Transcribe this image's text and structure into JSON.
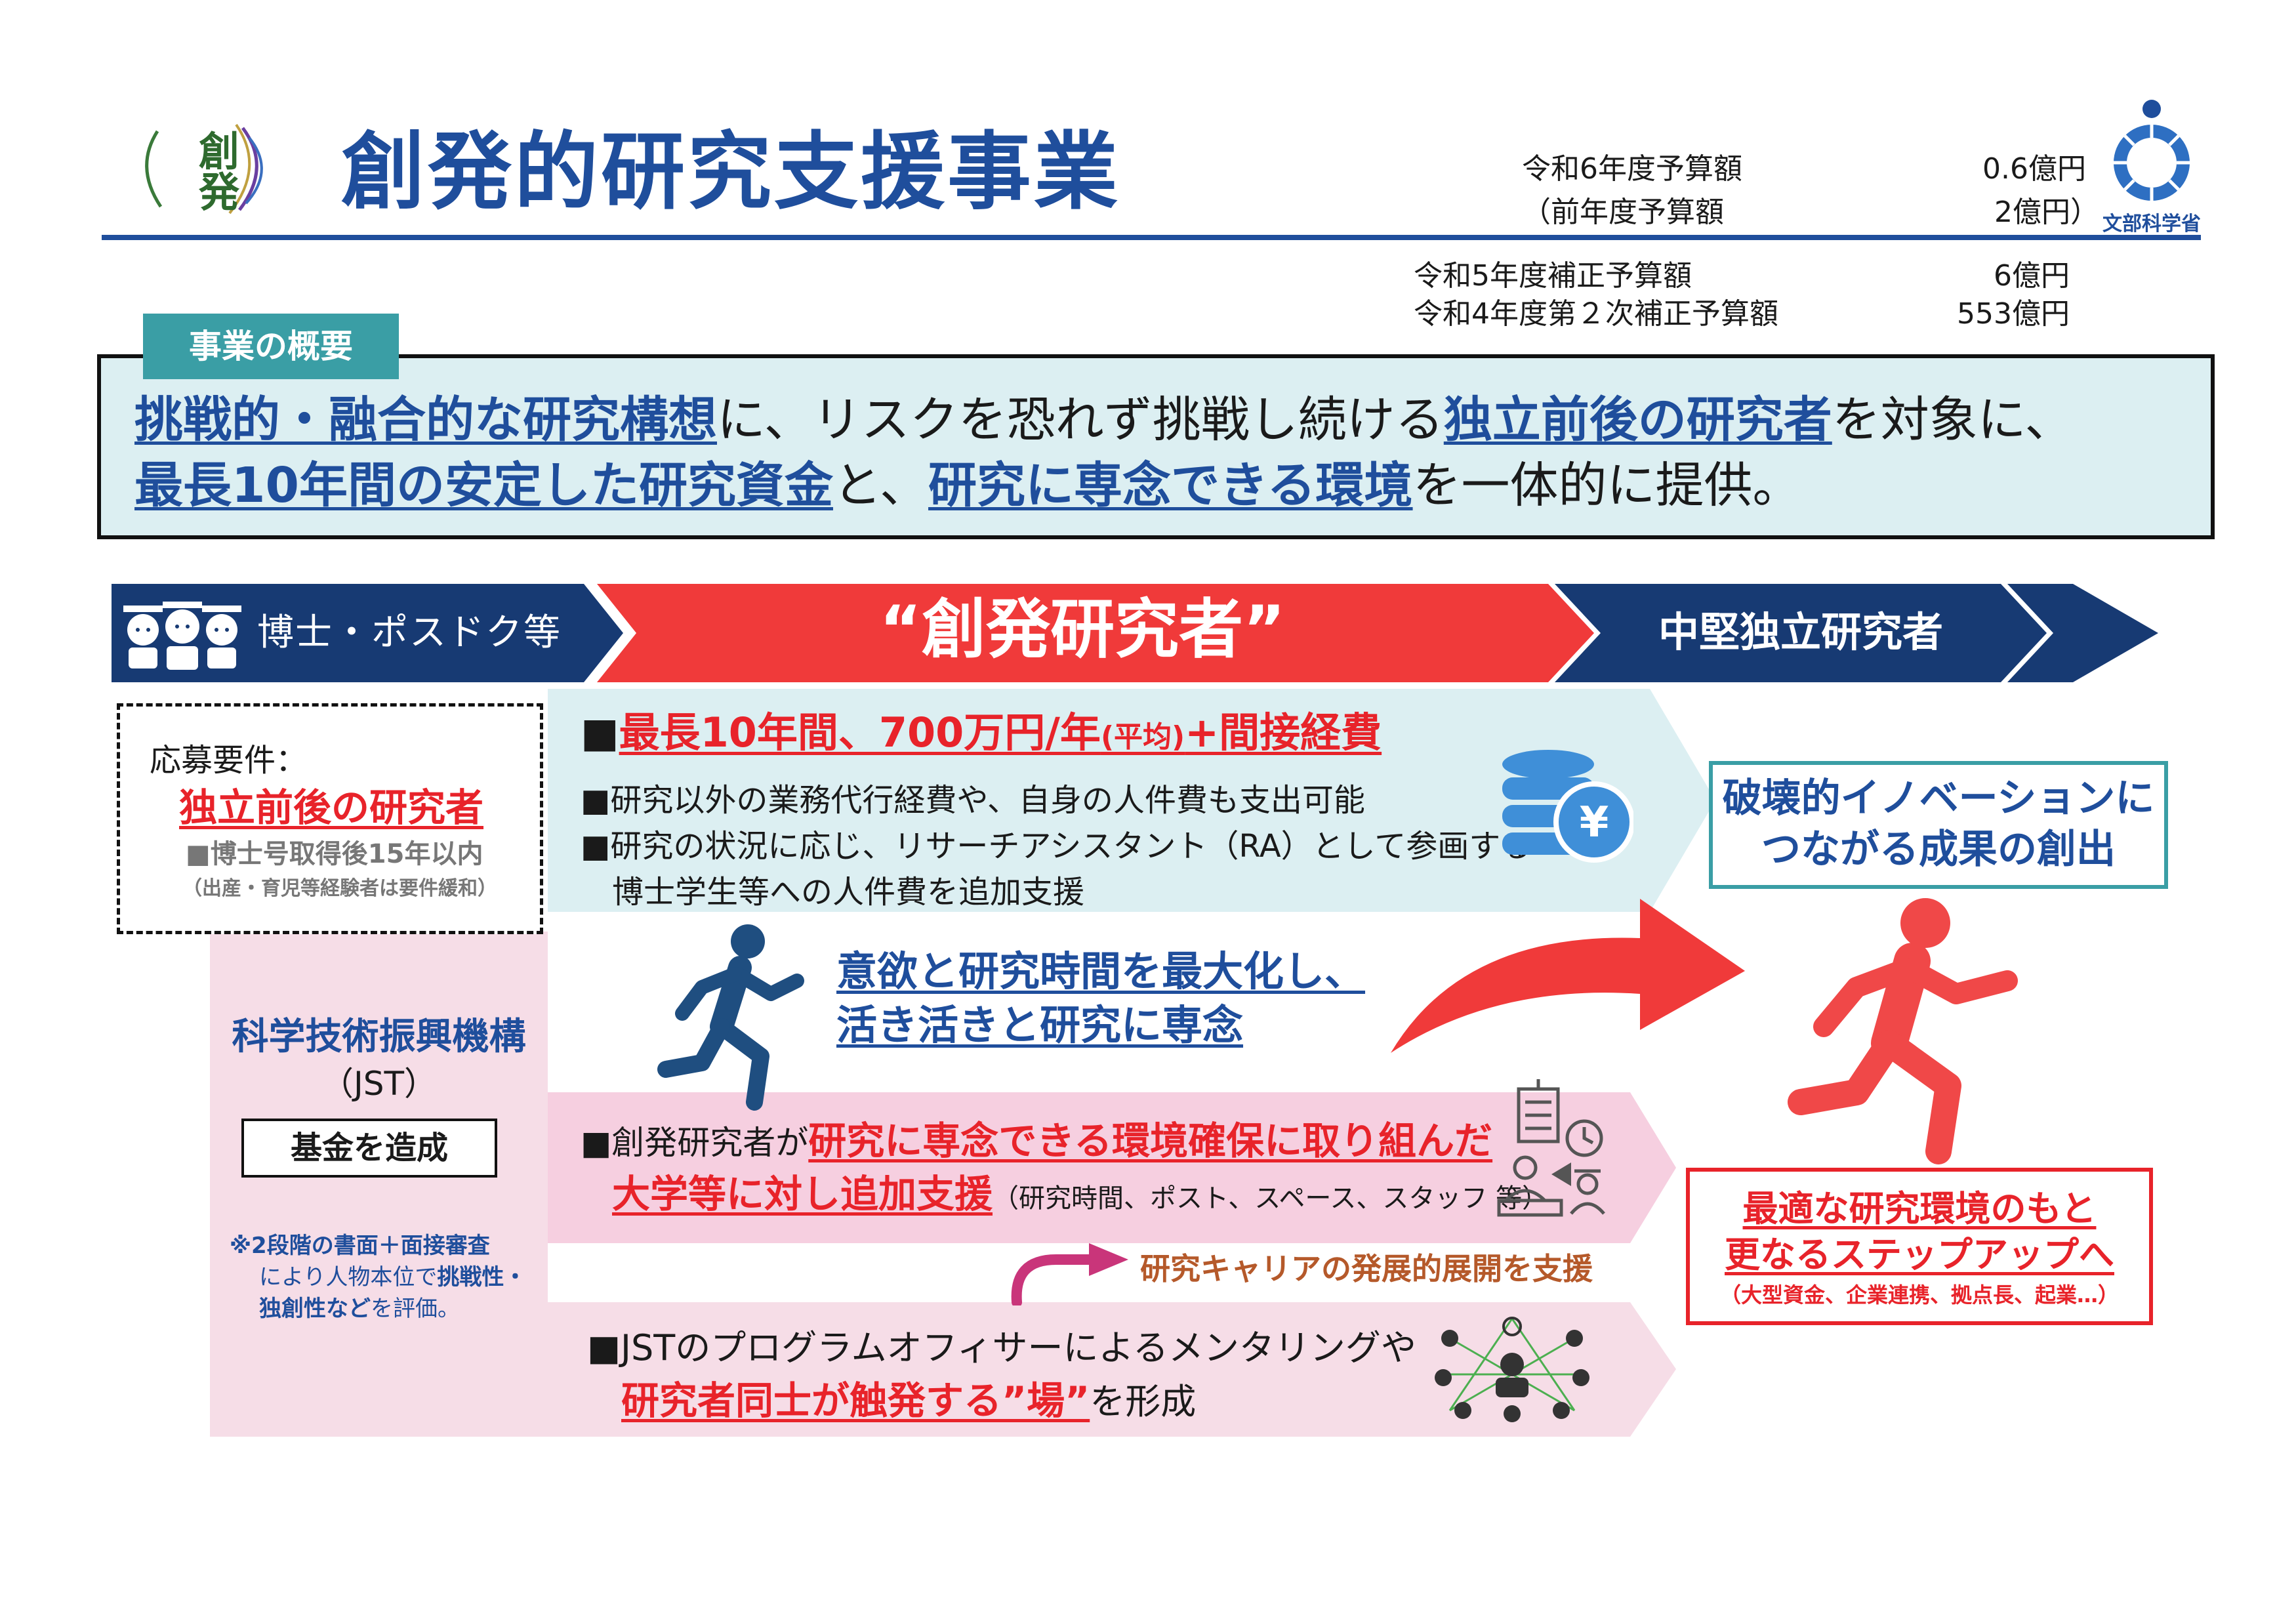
{
  "header": {
    "logo_text": "創発",
    "title": "創発的研究支援事業",
    "ministry": "文部科学省"
  },
  "budget": [
    {
      "label": "令和6年度予算額",
      "value": "0.6億円"
    },
    {
      "label": "（前年度予算額",
      "value": "2億円）"
    },
    {
      "label": "令和5年度補正予算額",
      "value": "6億円"
    },
    {
      "label": "令和4年度第２次補正予算額",
      "value": "553億円"
    }
  ],
  "overview": {
    "tab_label": "事業の概要",
    "line1": {
      "a": "挑戦的・融合的な研究構想",
      "b": "に、リスクを恐れず挑戦し続ける",
      "c": "独立前後の研究者",
      "d": "を対象に、"
    },
    "line2": {
      "a": "最長10年間の安定した研究資金",
      "b": "と、",
      "c": "研究に専念できる環境",
      "d": "を一体的に提供。"
    }
  },
  "stages": {
    "left": "博士・ポスドク等",
    "center": "“創発研究者”",
    "right": "中堅独立研究者"
  },
  "requirements": {
    "label": "応募要件：",
    "main": "独立前後の研究者",
    "sub": "■博士号取得後15年以内",
    "note": "（出産・育児等経験者は要件緩和）"
  },
  "jst": {
    "name": "科学技術振興機構",
    "abbr": "（JST）",
    "fund": "基金を造成",
    "note1a": "※2段階の",
    "note1b": "書面＋面接審査",
    "note2a": "により人物本位で",
    "note2b": "挑戦性・",
    "note3a": "独創性など",
    "note3b": "を評価。"
  },
  "funding": {
    "bullet": "■",
    "headline_a": "最長10年間、700万円/年",
    "headline_b": "(平均)",
    "headline_c": "+間接経費",
    "item1": "■研究以外の業務代行経費や、自身の人件費も支出可能",
    "item2": "■研究の状況に応じ、リサーチアシスタント（RA）として参画する",
    "item3": "博士学生等への人件費を追加支援"
  },
  "motivation": {
    "line1": "意欲と研究時間を最大化し、",
    "line2": "活き活きと研究に専念"
  },
  "university": {
    "prefix": "■創発研究者が",
    "red1": "研究に専念できる環境確保に取り組んだ",
    "red2": "大学等に対し追加支援",
    "paren": "（研究時間、ポスト、スペース、スタッフ 等）"
  },
  "career": {
    "text": "研究キャリアの発展的展開を支援"
  },
  "mentoring": {
    "line1": "■JSTのプログラムオフィサーによるメンタリングや",
    "red": "研究者同士が触発する”場”",
    "suffix": "を形成"
  },
  "outcome": {
    "line1": "破壊的イノベーションに",
    "line2": "つながる成果の創出"
  },
  "stepup": {
    "line1": "最適な研究環境のもと",
    "line2": "更なるステップアップへ",
    "note": "（大型資金、企業連携、拠点長、起業…）"
  },
  "colors": {
    "navy": "#1f4e9c",
    "dark_navy": "#173a73",
    "red": "#e8232a",
    "teal": "#3a9ea5",
    "light_blue": "#dceff2",
    "pink": "#f6dde7",
    "magenta": "#c9357a"
  },
  "icons": [
    "graduates-icon",
    "coins-yen-icon",
    "runner-blue-icon",
    "runner-red-icon",
    "curved-arrow-icon",
    "university-staff-icon",
    "network-people-icon",
    "career-arrow-icon"
  ]
}
